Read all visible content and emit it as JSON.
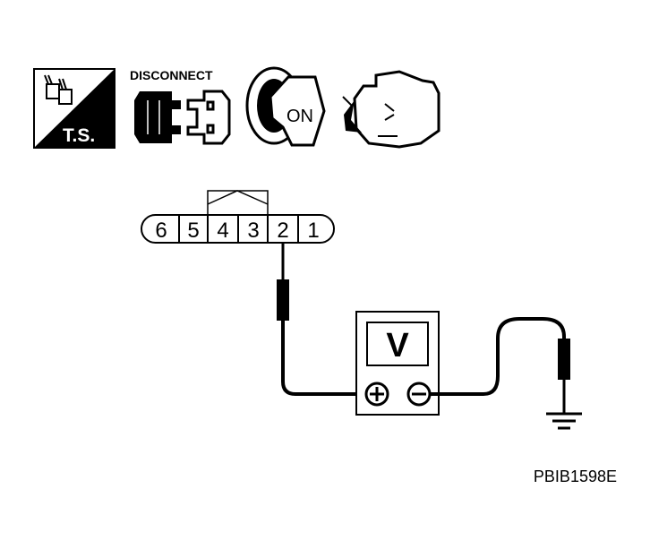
{
  "icons": {
    "ts_label": "T.S.",
    "disconnect_label": "DISCONNECT",
    "ignition_label": "ON"
  },
  "connector": {
    "pins": [
      "6",
      "5",
      "4",
      "3",
      "2",
      "1"
    ]
  },
  "meter": {
    "symbol": "V",
    "positive_terminal": "+",
    "negative_terminal": "−"
  },
  "figure_code": "PBIB1598E",
  "colors": {
    "ink": "#000000",
    "background": "#ffffff",
    "fill_gray": "#cfcfcf"
  }
}
